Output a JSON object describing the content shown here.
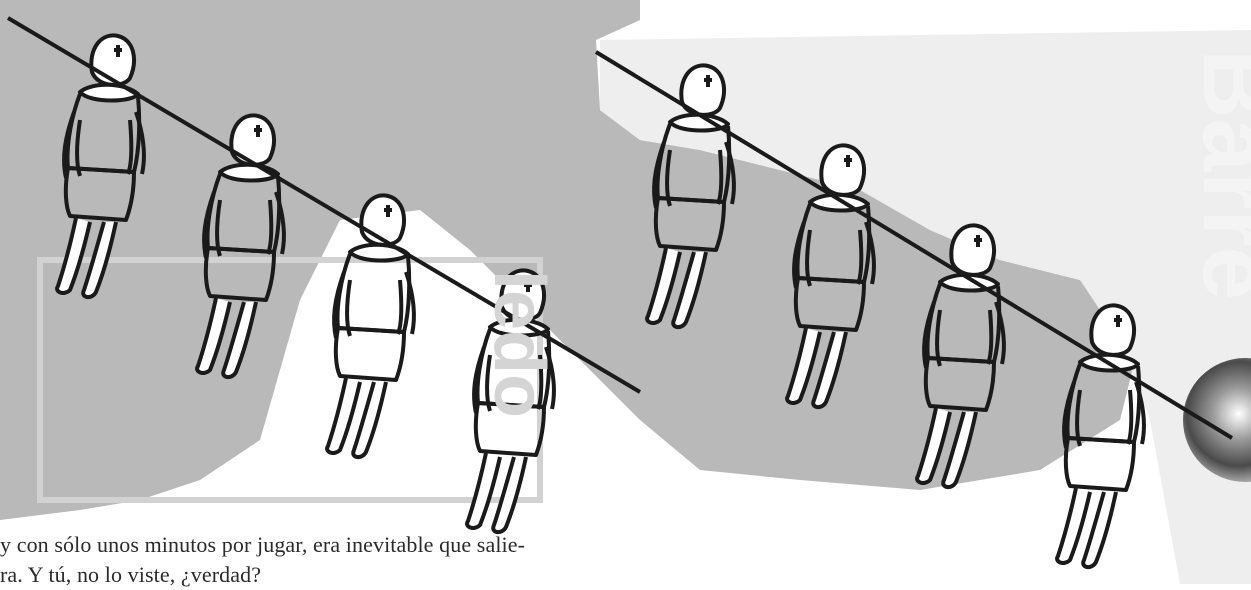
{
  "page": {
    "background_color": "#ffffff",
    "shape_color": "#b9b9b9",
    "stroke_color": "#1a1a1a"
  },
  "illustration": {
    "rods": [
      {
        "name": "left",
        "players": 4
      },
      {
        "name": "right",
        "players": 4
      }
    ],
    "background_words": [
      "Barre",
      "ledo"
    ]
  },
  "caption": {
    "line1": "y con sólo unos minutos por jugar, era inevitable que salie-",
    "line2": "ra. Y tú, no lo viste, ¿verdad?"
  }
}
